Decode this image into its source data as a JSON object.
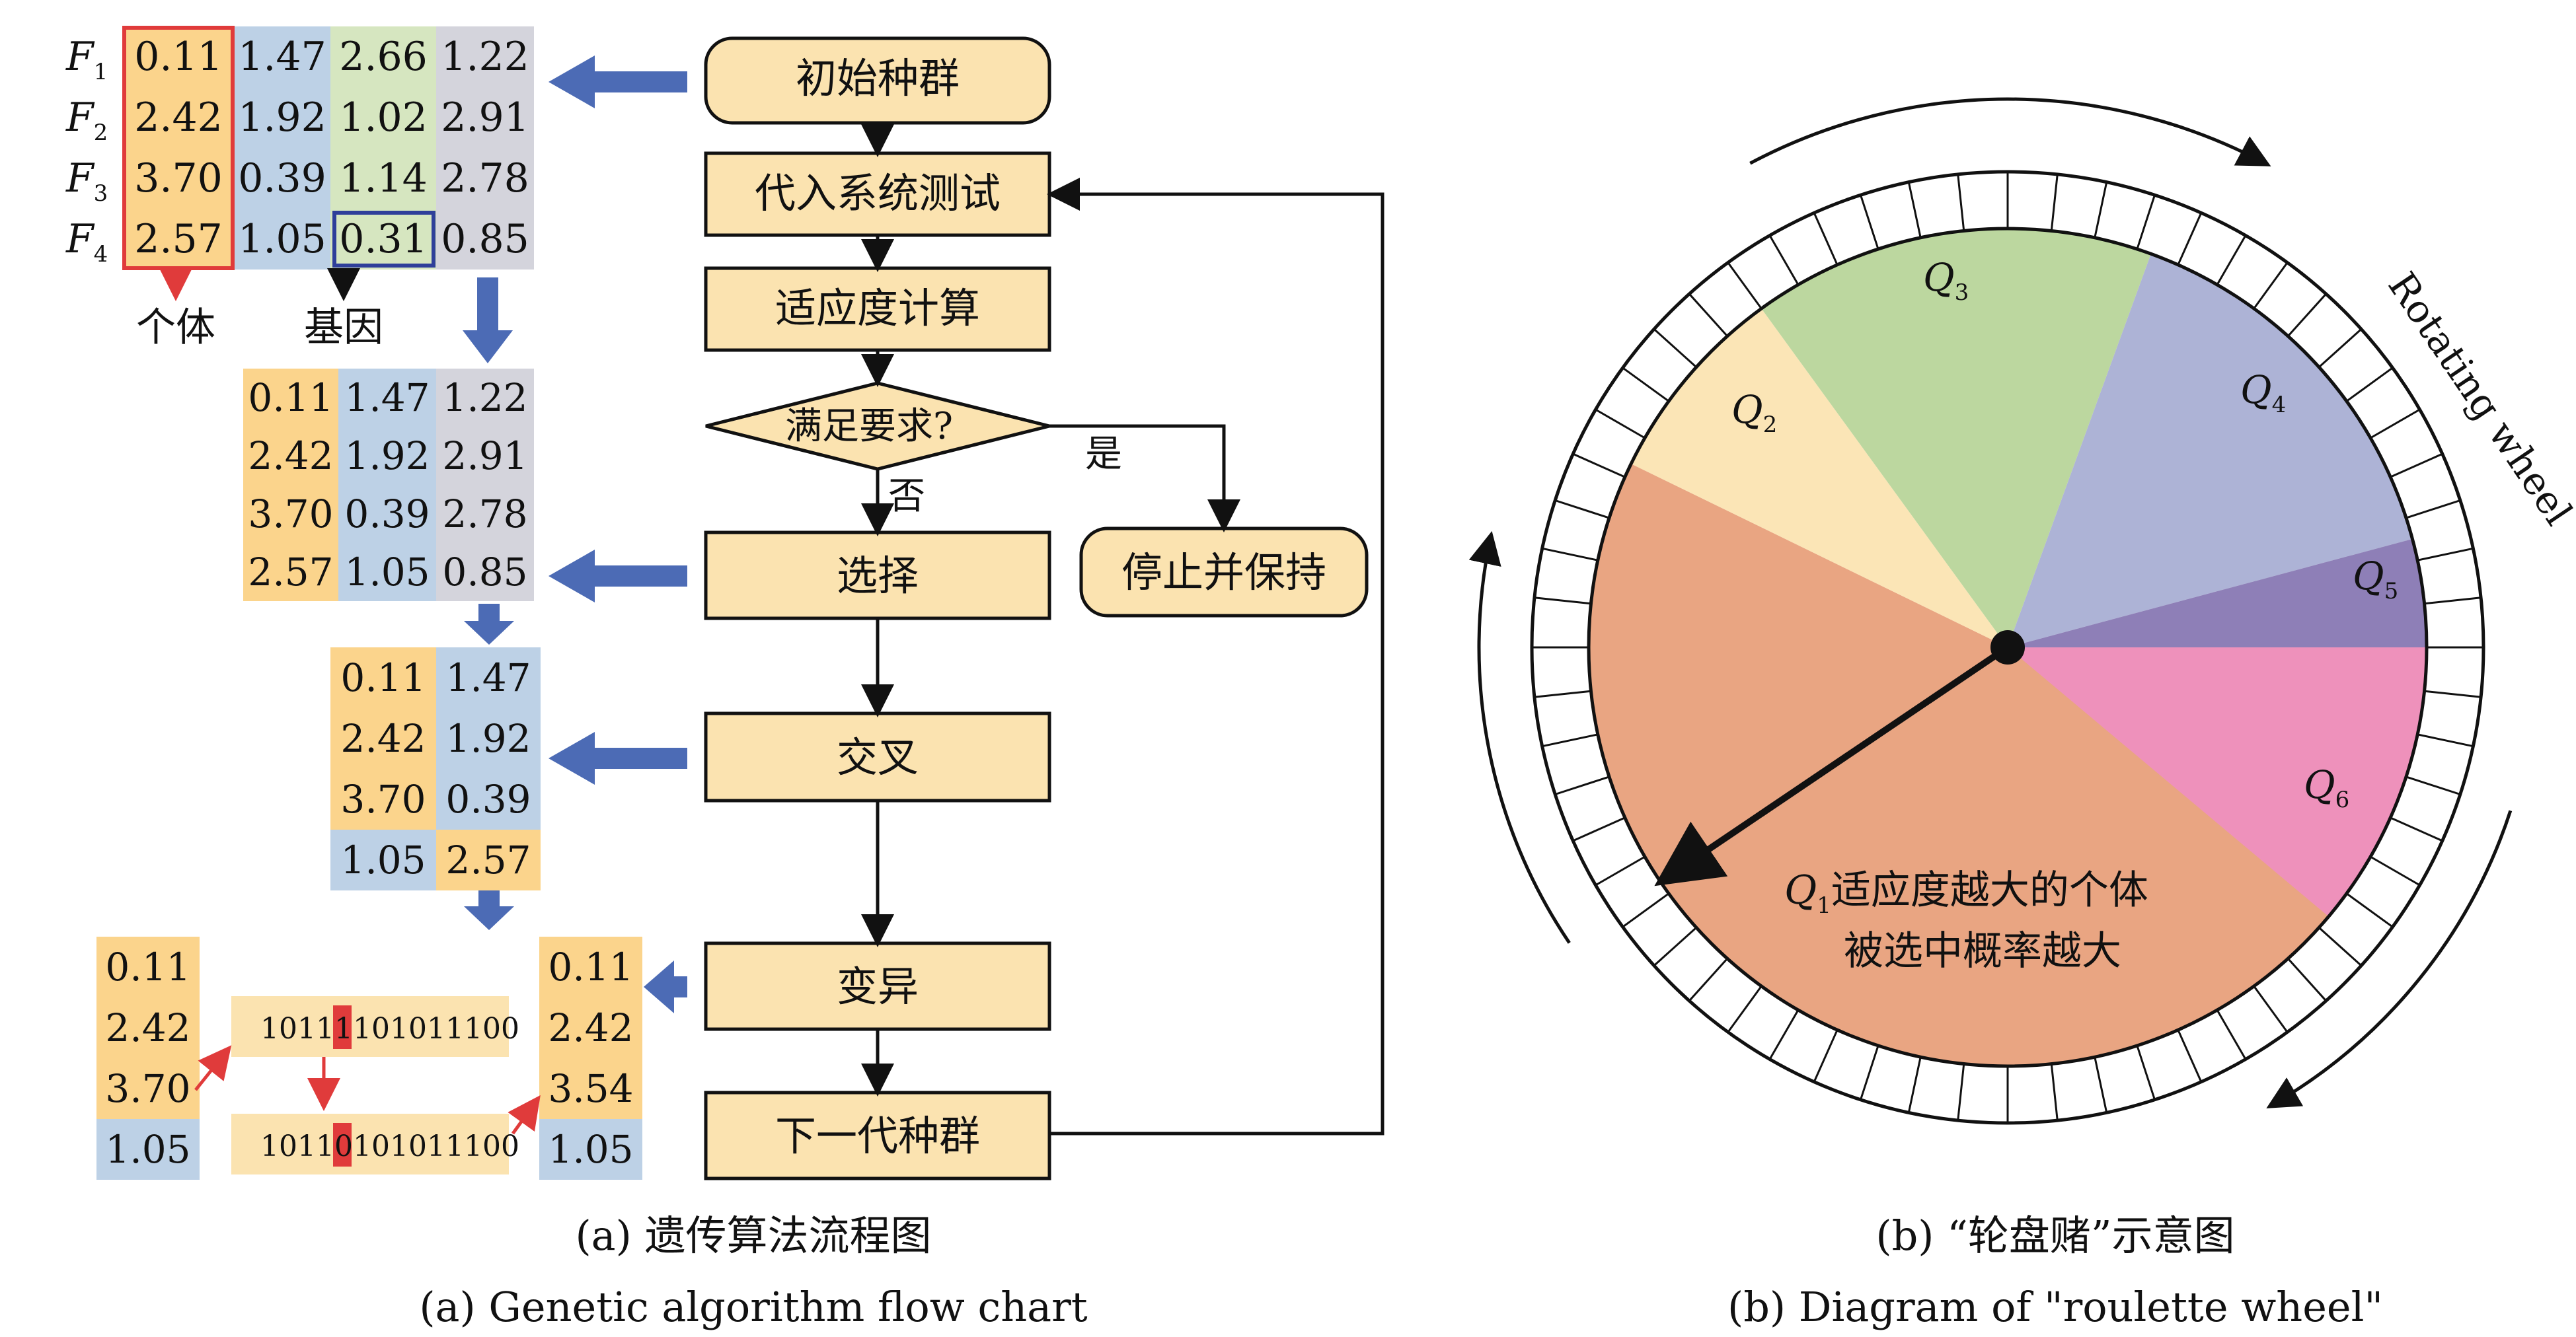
{
  "matrix": {
    "row_labels": [
      [
        "F",
        "1"
      ],
      [
        "F",
        "2"
      ],
      [
        "F",
        "3"
      ],
      [
        "F",
        "4"
      ]
    ],
    "rows": [
      [
        "0.11",
        "1.47",
        "2.66",
        "1.22"
      ],
      [
        "2.42",
        "1.92",
        "1.02",
        "2.91"
      ],
      [
        "3.70",
        "0.39",
        "1.14",
        "2.78"
      ],
      [
        "2.57",
        "1.05",
        "0.31",
        "0.85"
      ]
    ],
    "individual_label": "个体",
    "gene_label": "基因"
  },
  "selected": [
    [
      "0.11",
      "1.47",
      "1.22"
    ],
    [
      "2.42",
      "1.92",
      "2.91"
    ],
    [
      "3.70",
      "0.39",
      "2.78"
    ],
    [
      "2.57",
      "1.05",
      "0.85"
    ]
  ],
  "crossover": [
    [
      "0.11",
      "1.47"
    ],
    [
      "2.42",
      "1.92"
    ],
    [
      "3.70",
      "0.39"
    ],
    [
      "1.05",
      "2.57"
    ]
  ],
  "mutation": {
    "left": [
      "0.11",
      "2.42",
      "3.70",
      "1.05"
    ],
    "binary_top": "10111101011100",
    "binary_bottom": "10110101011100",
    "right": [
      "0.11",
      "2.42",
      "3.54",
      "1.05"
    ]
  },
  "flow": {
    "init": "初始种群",
    "test": "代入系统测试",
    "fitness": "适应度计算",
    "decision": "满足要求?",
    "yes": "是",
    "no": "否",
    "stop": "停止并保持",
    "select": "选择",
    "cross": "交叉",
    "mutate": "变异",
    "next": "下一代种群"
  },
  "wheel": {
    "rotating_label": "Rotating wheel",
    "segments": [
      {
        "q": "Q",
        "sub": "1",
        "start_deg": 154,
        "end_deg": 360,
        "color": "#e9a582"
      },
      {
        "q": "Q",
        "sub": "2",
        "start_deg": 126,
        "end_deg": 154,
        "color": "#fbe5b6"
      },
      {
        "q": "Q",
        "sub": "3",
        "start_deg": 70,
        "end_deg": 126,
        "color": "#bcd79f"
      },
      {
        "q": "Q",
        "sub": "4",
        "start_deg": 15,
        "end_deg": 70,
        "color": "#adb3d6"
      },
      {
        "q": "Q",
        "sub": "5",
        "start_deg": 0,
        "end_deg": 15,
        "color": "#8e7fb7"
      },
      {
        "q": "Q",
        "sub": "6",
        "start_deg": -40,
        "end_deg": 0,
        "color": "#ee91bb"
      }
    ],
    "note_line1": "适应度越大的个体",
    "note_line2": "被选中概率越大"
  },
  "captions": {
    "a_cn": "(a) 遗传算法流程图",
    "a_en": "(a) Genetic algorithm flow chart",
    "b_cn": "(b) “轮盘赌”示意图",
    "b_en": "(b) Diagram of \"roulette wheel\""
  },
  "colors": {
    "orange": "#fbd48c",
    "blue": "#bdd1e6",
    "green": "#d6e6c0",
    "gray": "#d4d4dc",
    "box": "#fbe3b0",
    "arrow_blue": "#4c6bb5",
    "red": "#e03b3b"
  }
}
